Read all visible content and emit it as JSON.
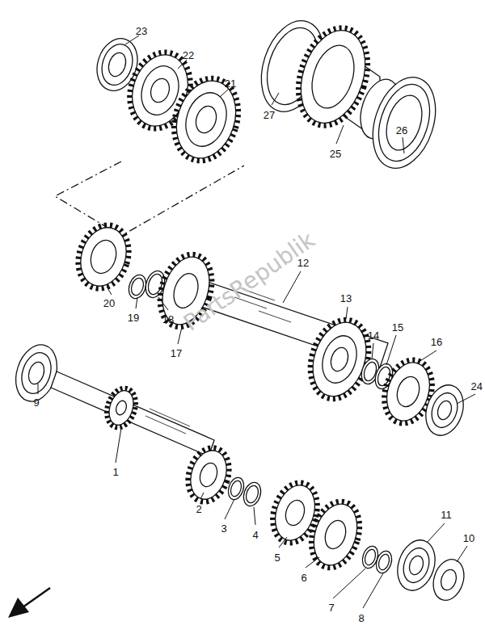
{
  "diagram": {
    "labels": [
      "23",
      "22",
      "21",
      "27",
      "25",
      "26",
      "20",
      "19",
      "18",
      "17",
      "12",
      "13",
      "14",
      "15",
      "16",
      "24",
      "9",
      "1",
      "2",
      "3",
      "4",
      "5",
      "6",
      "7",
      "8",
      "11",
      "10",
      "PartsRepublik"
    ]
  }
}
